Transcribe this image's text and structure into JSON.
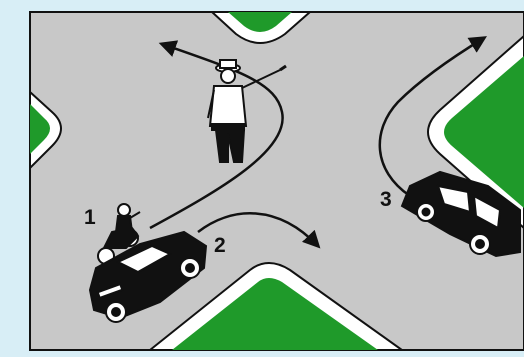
{
  "labels": {
    "vehicle_1": "1",
    "vehicle_2": "2",
    "vehicle_3": "3"
  },
  "colors": {
    "page_background": "#d8eef6",
    "road": "#c8c8c8",
    "grass": "#1f9a2a",
    "curb": "#ffffff",
    "outline": "#111111"
  }
}
